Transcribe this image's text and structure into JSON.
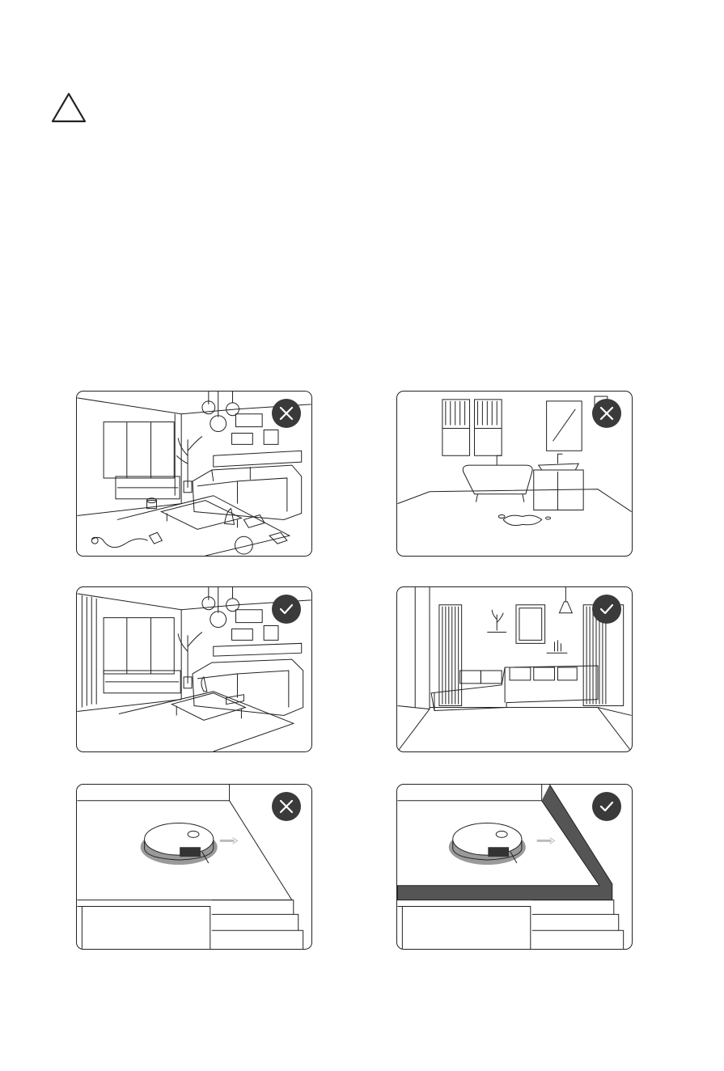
{
  "warning": {
    "icon": "warning-triangle-icon"
  },
  "panels": [
    {
      "scene": "cluttered-living-room",
      "status": "incorrect",
      "badge_icon": "cross-icon"
    },
    {
      "scene": "bathroom-with-wet-floor",
      "status": "incorrect",
      "badge_icon": "cross-icon"
    },
    {
      "scene": "tidy-living-room",
      "status": "correct",
      "badge_icon": "check-icon"
    },
    {
      "scene": "clear-living-room",
      "status": "correct",
      "badge_icon": "check-icon"
    },
    {
      "scene": "robot-near-unprotected-edge",
      "status": "incorrect",
      "badge_icon": "cross-icon"
    },
    {
      "scene": "robot-near-barrier-edge",
      "status": "correct",
      "badge_icon": "check-icon"
    }
  ],
  "colors": {
    "line": "#222222",
    "badge": "#3a3a3a",
    "barrier": "#555555",
    "shadow": "#9a9a9a"
  }
}
